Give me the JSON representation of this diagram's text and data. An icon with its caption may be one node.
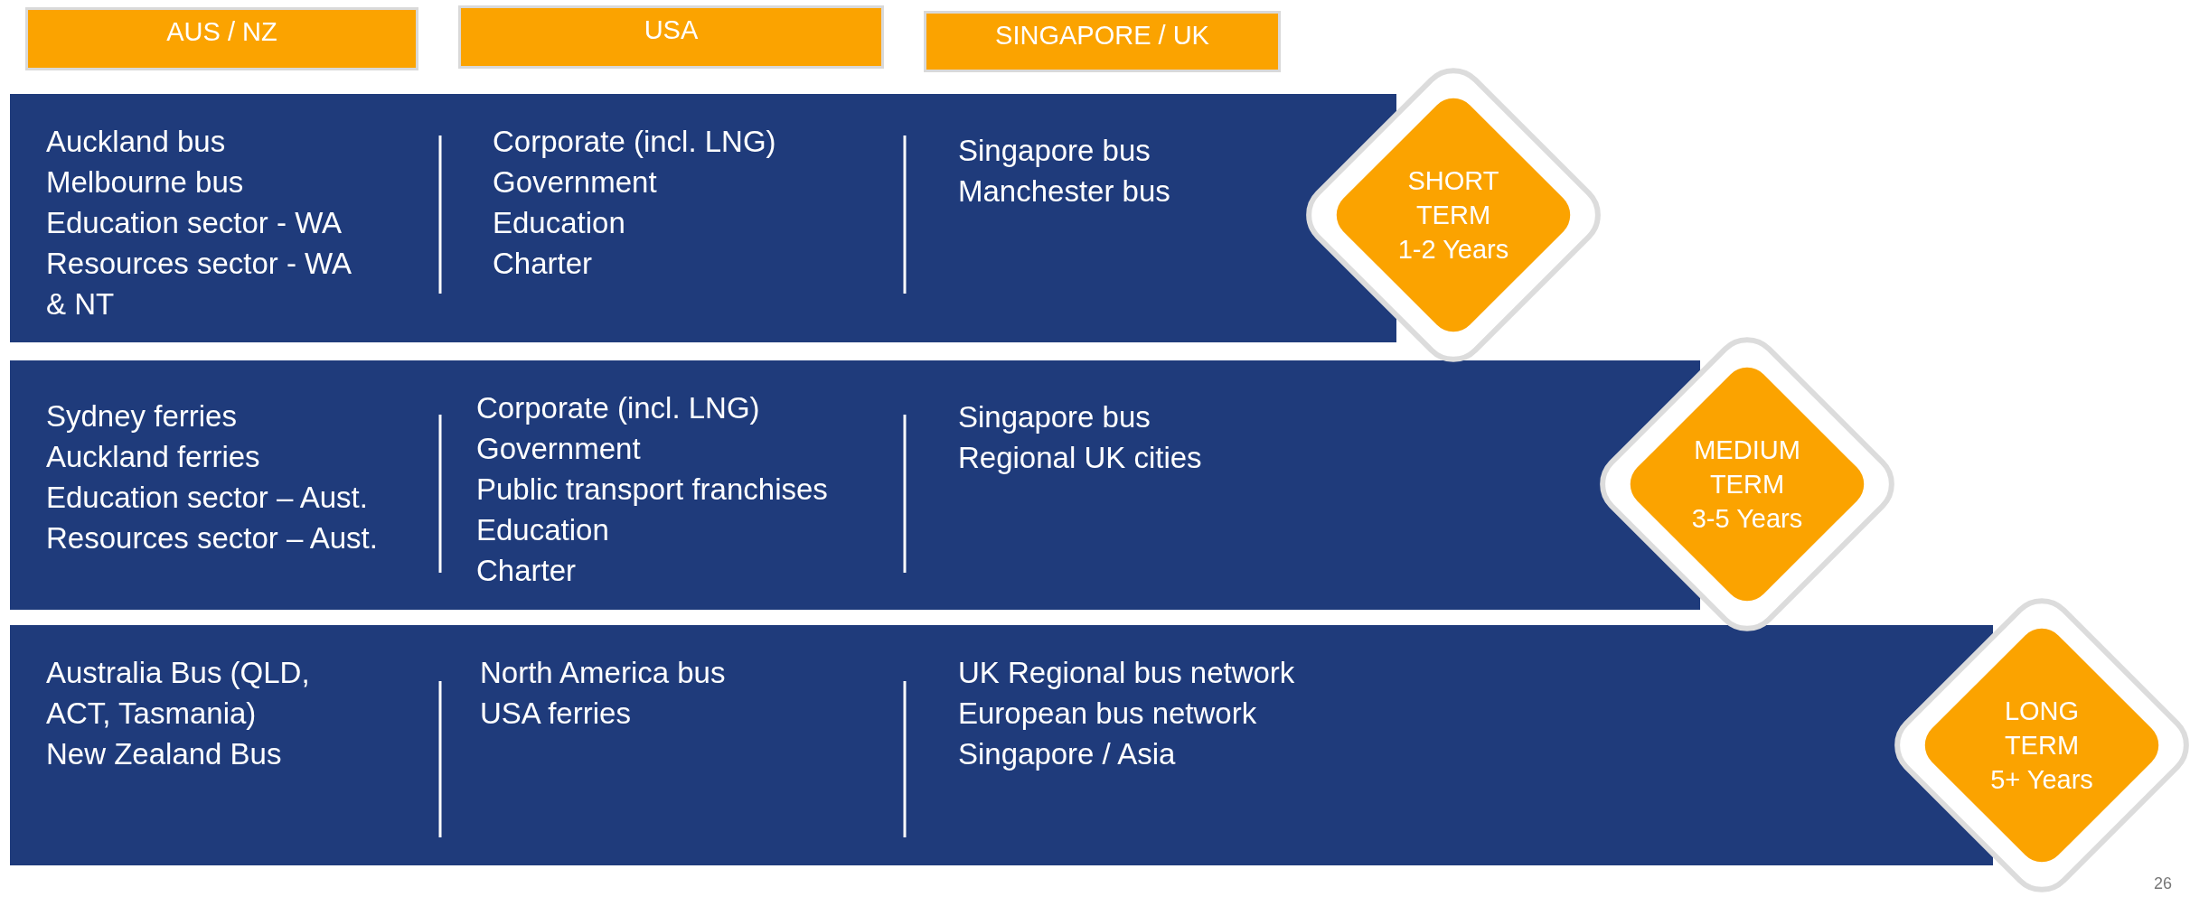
{
  "diagram": {
    "nodes": [
      {
        "text": [
          "AUS / NZ"
        ]
      },
      {
        "text": [
          "USA"
        ]
      },
      {
        "text": [
          "SINGAPORE / UK"
        ]
      },
      {
        "text": [],
        "shape": "band"
      },
      {
        "text": [
          "Auckland bus",
          "Melbourne bus",
          "Education sector - WA",
          "Resources sector - WA & NT"
        ],
        "in": 3
      },
      {
        "text": [
          "Corporate (incl. LNG)",
          "Government",
          "Education",
          "Charter"
        ],
        "in": 3
      },
      {
        "text": [
          "Singapore bus",
          "Manchester bus"
        ],
        "in": 3
      },
      {
        "text": [
          "SHORT TERM",
          "1-2 Years"
        ]
      },
      {
        "text": [],
        "shape": "band"
      },
      {
        "text": [
          "Sydney ferries",
          "Auckland ferries",
          "Education sector – Aust.",
          "Resources sector – Aust."
        ],
        "in": 8
      },
      {
        "text": [
          "Corporate (incl. LNG)",
          "Government",
          "Public transport franchises",
          "Education",
          "Charter"
        ],
        "in": 8
      },
      {
        "text": [
          "Singapore bus",
          "Regional UK cities"
        ],
        "in": 8
      },
      {
        "text": [
          "MEDIUM TERM",
          "3-5 Years"
        ]
      },
      {
        "text": [],
        "shape": "band"
      },
      {
        "text": [
          "Australia Bus (QLD, ACT, Tasmania)",
          "New Zealand Bus"
        ],
        "in": 13
      },
      {
        "text": [
          "North America bus",
          "USA ferries"
        ],
        "in": 13
      },
      {
        "text": [
          "UK Regional bus network",
          "European bus network",
          "Singapore / Asia"
        ],
        "in": 13
      },
      {
        "text": [
          "LONG TERM",
          "5+ Years"
        ]
      }
    ],
    "edges": [],
    "labels": [
      "26"
    ]
  }
}
